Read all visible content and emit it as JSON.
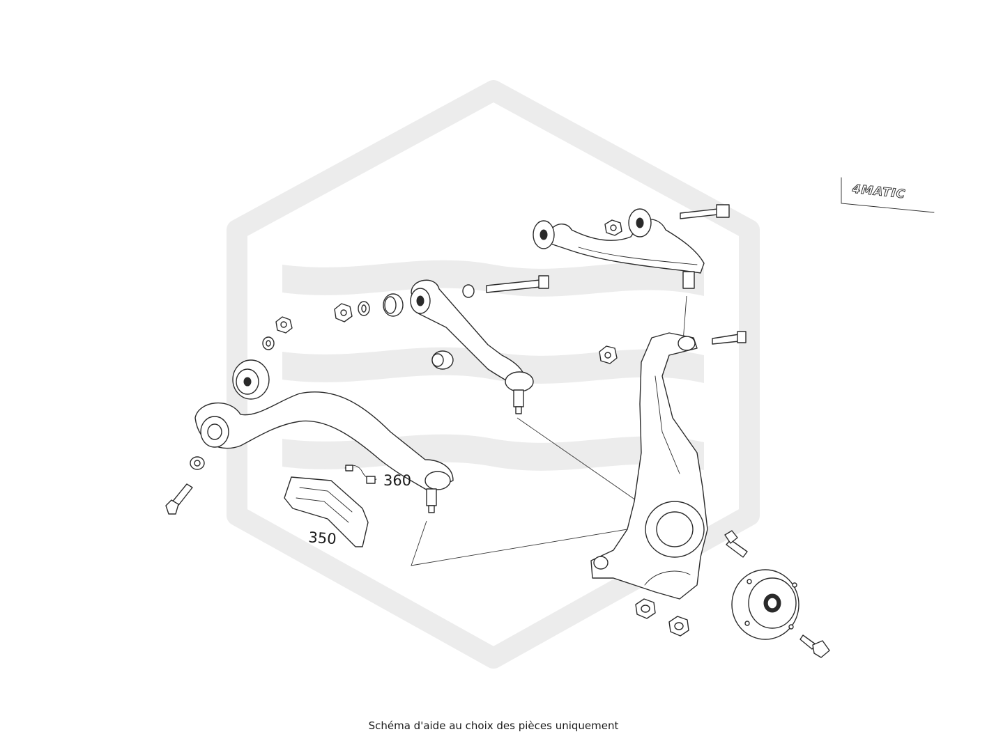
{
  "diagram": {
    "callouts": {
      "part_350": "350",
      "part_360": "360"
    },
    "badge": "4MATIC"
  },
  "footer": {
    "caption": "Schéma d'aide au choix des pièces uniquement"
  }
}
